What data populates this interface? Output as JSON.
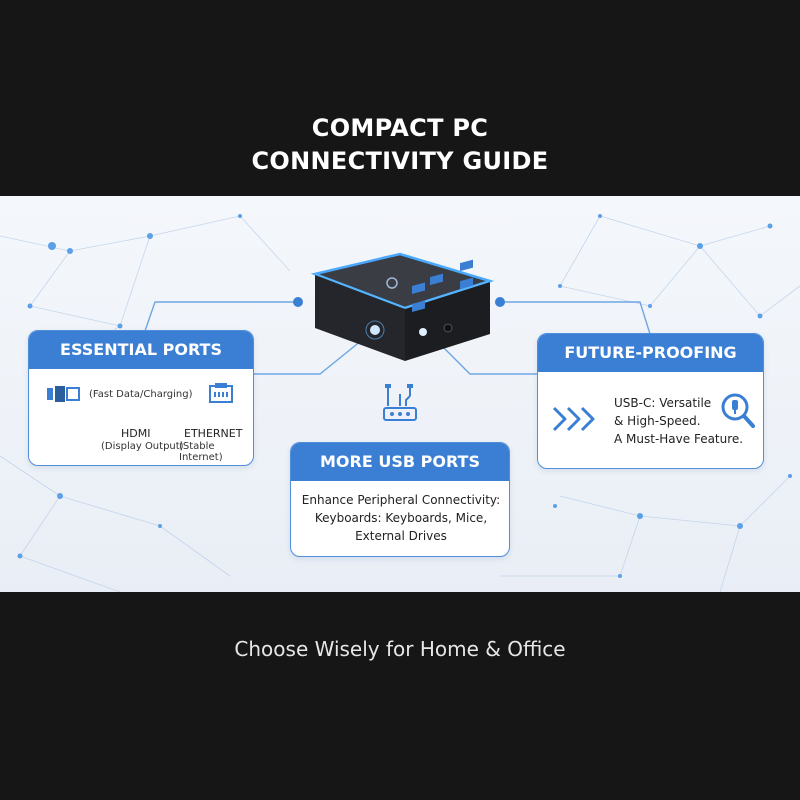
{
  "title": {
    "line1": "COMPACT PC",
    "line2": "CONNECTIVITY GUIDE"
  },
  "tagline": "Choose Wisely for Home & Office",
  "colors": {
    "accent": "#3b7fd4",
    "dark_band": "#161616",
    "light_band": "#eef2f8"
  },
  "essential": {
    "heading": "ESSENTIAL PORTS",
    "usb_note": "(Fast Data/Charging)",
    "hdmi_label": "HDMI",
    "hdmi_note": "(Display Output)",
    "ethernet_label": "ETHERNET",
    "ethernet_note": "(Stable Internet)",
    "icons": [
      "usb-port-icon",
      "ethernet-port-icon"
    ]
  },
  "future": {
    "heading": "FUTURE-PROOFING",
    "lines": [
      "USB-C: Versatile",
      "& High-Speed.",
      "A Must-Have Feature."
    ],
    "icons": [
      "chevrons-right-icon",
      "magnifier-usb-icon"
    ]
  },
  "usb": {
    "heading": "MORE USB PORTS",
    "lines": [
      "Enhance Peripheral Connectivity:",
      "Keyboards: Keyboards, Mice,",
      "External Drives"
    ],
    "icons": [
      "usb-hub-icon"
    ]
  },
  "device": {
    "icon": "mini-pc-illustration"
  }
}
